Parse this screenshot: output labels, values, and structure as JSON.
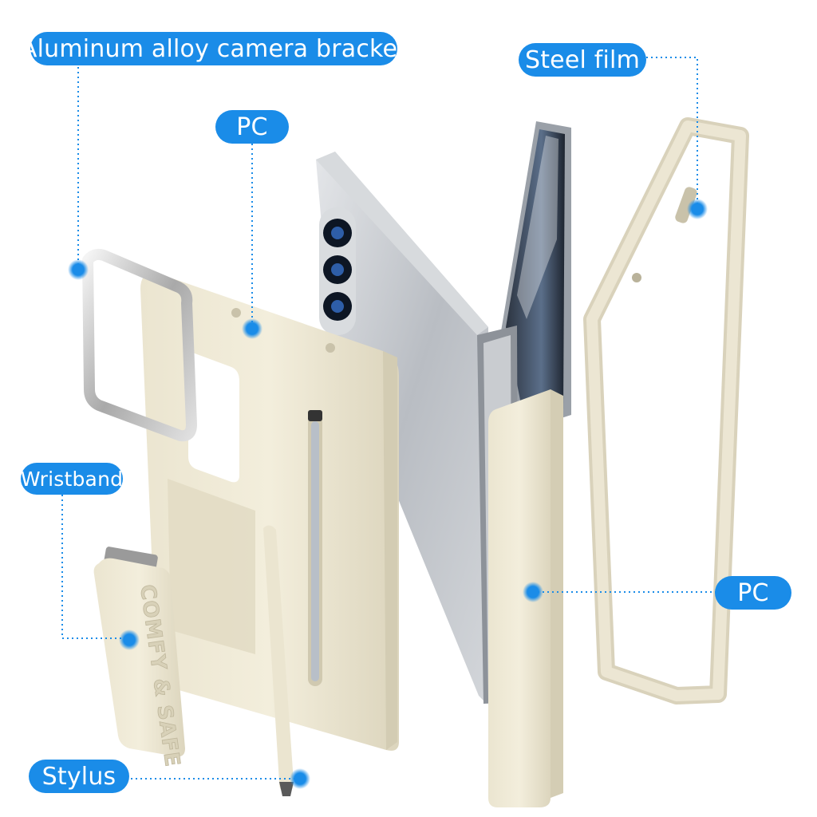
{
  "labels": {
    "camera_bracket": "Aluminum alloy camera bracket",
    "pc_top": "PC",
    "steel_film": "Steel film",
    "wristband": "Wristband",
    "pc_right": "PC",
    "stylus": "Stylus"
  },
  "wristband_text": "COMFY & SAFE",
  "colors": {
    "accent": "#1a8ce8",
    "case": "#ece6d3",
    "case_shadow": "#d2cbb4",
    "metal": "#c4c4c4",
    "phone_body": "#bfc3c8"
  }
}
